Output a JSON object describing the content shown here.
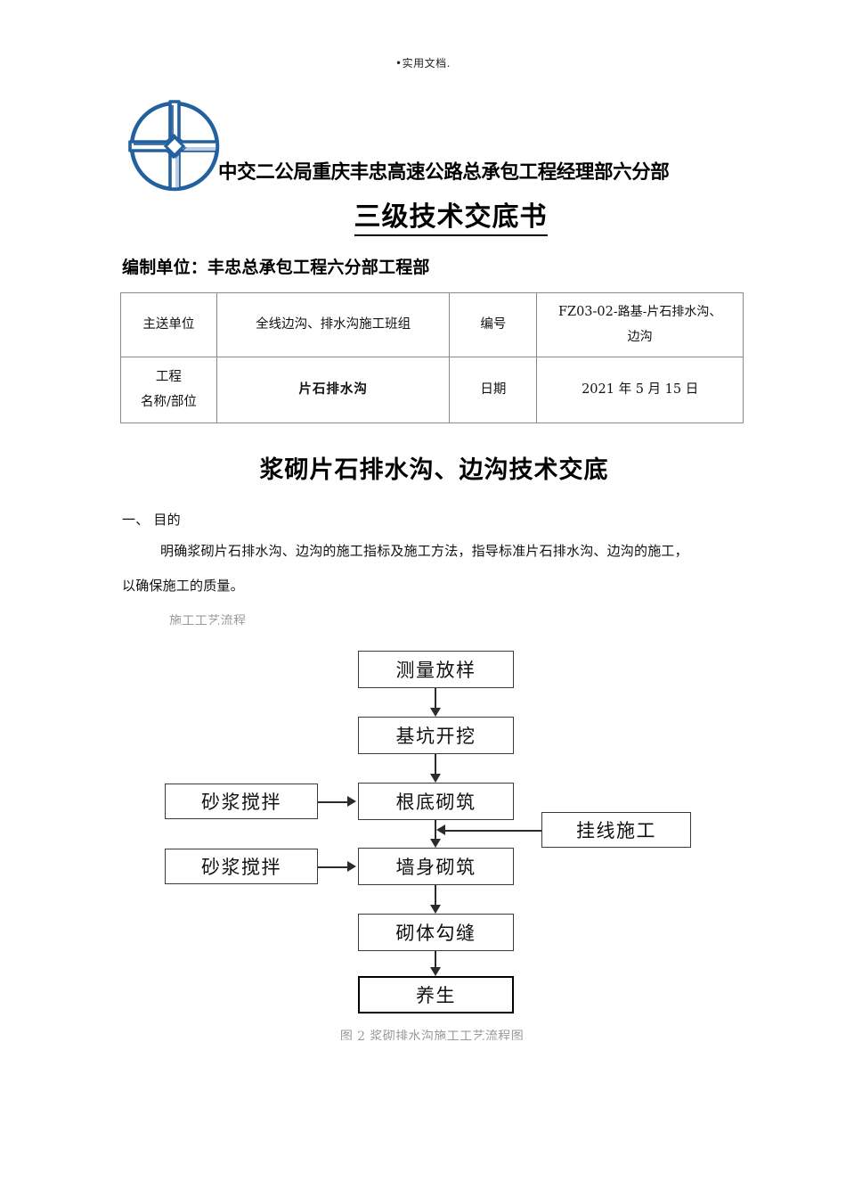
{
  "header": {
    "running_header": "•实用文档."
  },
  "logo": {
    "name": "cccc-compass-logo",
    "color": "#23609f",
    "light": "#b9cde4"
  },
  "org": {
    "name_line": "中交二公局重庆丰忠高速公路总承包工程经理部六分部",
    "doc_title": "三级技术交底书",
    "compiler_line": "编制单位：丰忠总承包工程六分部工程部"
  },
  "info_table": {
    "rows": [
      {
        "label": "主送单位",
        "body": "全线边沟、排水沟施工班组",
        "key": "编号",
        "value_main": "FZ03-02",
        "value_small": "-路基-片石排水沟、",
        "value_second": "边沟"
      },
      {
        "label_line1": "工程",
        "label_line2": "名称/部位",
        "body": "片石排水沟",
        "key": "日期",
        "value": "2021 年 5 月 15 日"
      }
    ]
  },
  "section": {
    "title": "浆砌片石排水沟、边沟技术交底",
    "clause": "一、 目的",
    "paragraph_line1": "明确浆砌片石排水沟、边沟的施工指标及施工方法，指导标准片石排水沟、边沟的施工，",
    "paragraph_line2": "以确保施工的质量。",
    "process_label": "施工工艺流程"
  },
  "flowchart": {
    "caption": "图 2 浆砌排水沟施工工艺流程图",
    "main_nodes": [
      {
        "label": "测量放样"
      },
      {
        "label": "基坑开挖"
      },
      {
        "label": "根底砌筑"
      },
      {
        "label": "墙身砌筑"
      },
      {
        "label": "砌体勾缝"
      },
      {
        "label": "养生"
      }
    ],
    "side_nodes": [
      {
        "label": "砂浆搅拌"
      },
      {
        "label": "砂浆搅拌"
      }
    ],
    "right_nodes": [
      {
        "label": "挂线施工"
      }
    ]
  }
}
